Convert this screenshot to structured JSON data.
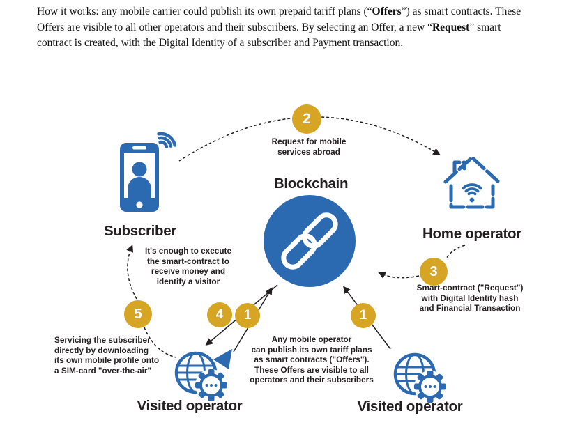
{
  "colors": {
    "blue": "#2B69B0",
    "gold": "#D6A524",
    "ink": "#231F20"
  },
  "intro": {
    "part1": "How it works: any mobile carrier could publish its own prepaid tariff plans (“",
    "bold1": "Offers",
    "part2": "”) as smart contracts. These Offers are visible to all other operators and their subscribers. By selecting an Offer, a new “",
    "bold2": "Request",
    "part3": "” smart contract is created, with the Digital Identity of a subscriber and Payment transaction."
  },
  "nodes": {
    "subscriber": "Subscriber",
    "blockchain": "Blockchain",
    "home_operator": "Home operator",
    "visited_operator_left": "Visited operator",
    "visited_operator_right": "Visited operator"
  },
  "badges": {
    "step1_left": "1",
    "step1_right": "1",
    "step2": "2",
    "step3": "3",
    "step4": "4",
    "step5": "5"
  },
  "annotations": {
    "step2": "Request for mobile\nservices abroad",
    "step3": "Smart-contract (\"Request\")\nwith Digital Identity hash\nand Financial Transaction",
    "step1": "Any mobile operator\ncan publish its own tariff plans\nas smart contracts (\"Offers\").\nThese Offers are visible to all\noperators and their subscribers",
    "step4_5_note": "It's enough to execute\nthe smart-contract to\nreceive money and\nidentify a visitor",
    "step5": "Servicing the subscriber\ndirectly by downloading\nits own mobile profile onto\na SIM-card \"over-the-air\""
  }
}
